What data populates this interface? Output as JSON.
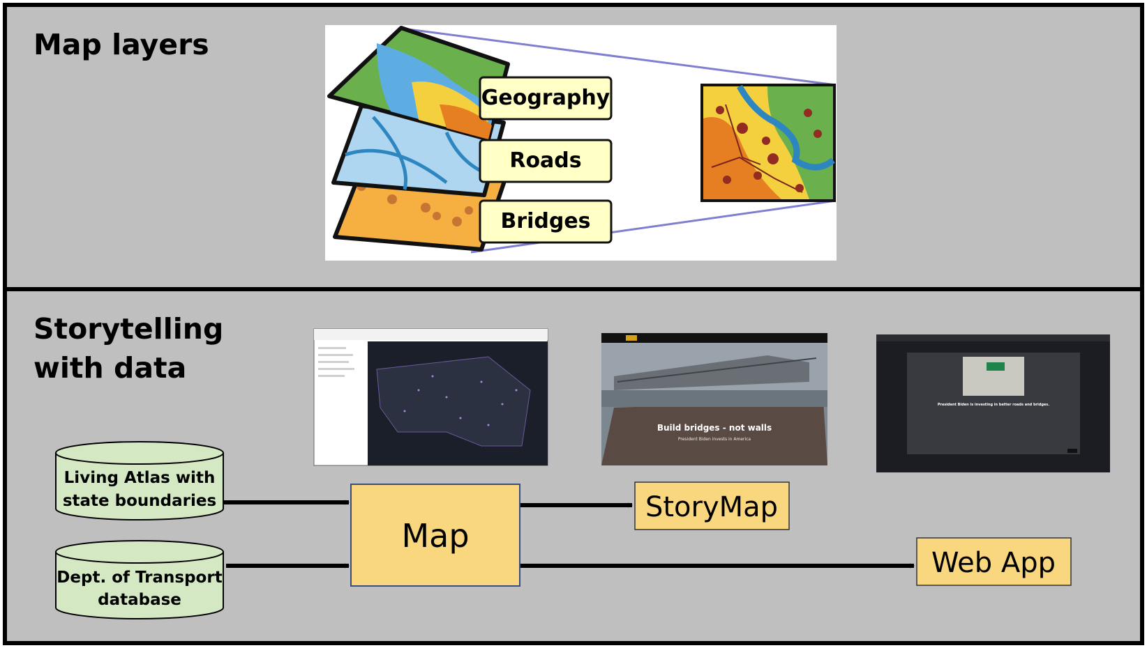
{
  "sections": {
    "map_layers": {
      "title": "Map layers"
    },
    "storytelling": {
      "title_line1": "Storytelling",
      "title_line2": "with data"
    }
  },
  "layers": [
    {
      "label": "Geography",
      "color": "#6ab04c"
    },
    {
      "label": "Roads",
      "color": "#5dade2"
    },
    {
      "label": "Bridges",
      "color": "#f5b041"
    }
  ],
  "sources": [
    {
      "line1": "Living Atlas with",
      "line2": "state boundaries"
    },
    {
      "line1": "Dept. of Transport",
      "line2": "database"
    }
  ],
  "nodes": {
    "map": "Map",
    "storymap": "StoryMap",
    "webapp": "Web App"
  },
  "screenshots": {
    "storymap": {
      "headline": "Build bridges - not walls",
      "subline": "President Biden invests in America"
    },
    "webapp": {
      "headline": "President Biden is investing in better roads and bridges."
    }
  },
  "colors": {
    "panel_bg": "#bfbfbf",
    "node_fill": "#f9d77e",
    "source_fill": "#d5e8c4",
    "label_fill": "#ffffc6",
    "connector": "#7f7fd0"
  }
}
